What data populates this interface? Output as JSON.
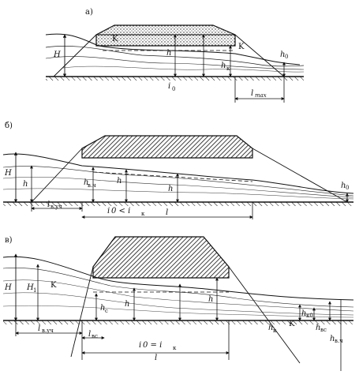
{
  "panels": [
    {
      "tag": "а)",
      "labels": {
        "H": "H",
        "K_left": "K",
        "K_right": "K",
        "h": "h",
        "hk": "h",
        "hk_sub": "к",
        "h0": "h",
        "h0_sub": "0",
        "i0": "i",
        "i0_sub": "0",
        "lmax": "l",
        "lmax_sub": "max"
      }
    },
    {
      "tag": "б)",
      "labels": {
        "H": "H",
        "h_left": "h",
        "h_vch": "h",
        "h_vch_sub": "в.ч",
        "h_mid": "h",
        "h_right": "h",
        "h0": "h",
        "h0_sub": "0",
        "l_vch": "l",
        "l_vch_sub": "в.уч",
        "slope": "i",
        "slope_rest": "0 < i",
        "slope_k": "к",
        "l": "l"
      }
    },
    {
      "tag": "в)",
      "labels": {
        "H": "H",
        "H1": "H",
        "H1_sub": "1",
        "K_left": "K",
        "K_right": "K",
        "hc": "h",
        "hc_sub": "c",
        "h_mid": "h",
        "h_r": "h",
        "hk": "h",
        "hk_sub": "к",
        "hk0": "h",
        "hk0_sub": "к0",
        "hbc": "h",
        "hbc_sub": "вс",
        "hbvch": "h",
        "hbvch_sub": "в.ч",
        "l_vch": "l",
        "l_vch_sub": "в.уч",
        "l_sub": "l",
        "l_sub_sub": "вс",
        "slope": "i",
        "slope_rest": "0 = i",
        "slope_k": "к",
        "l": "l"
      }
    }
  ]
}
